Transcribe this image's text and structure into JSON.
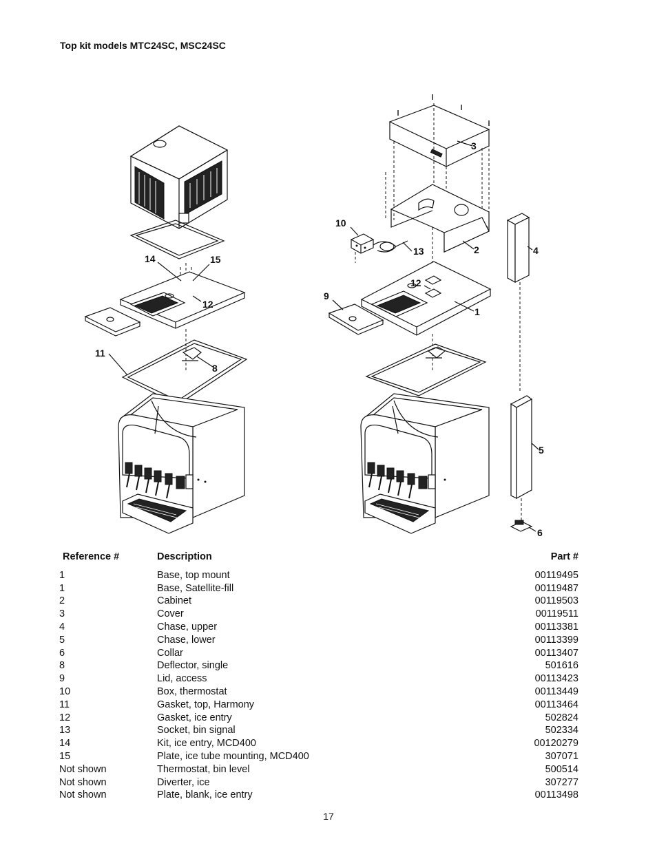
{
  "title": "Top kit models MTC24SC, MSC24SC",
  "callouts": {
    "n1": "1",
    "n2": "2",
    "n3": "3",
    "n4": "4",
    "n5": "5",
    "n6": "6",
    "n8": "8",
    "n9": "9",
    "n10": "10",
    "n11": "11",
    "n12": "12",
    "n12b": "12",
    "n13": "13",
    "n14": "14",
    "n15": "15"
  },
  "table": {
    "headers": {
      "ref": "Reference #",
      "desc": "Description",
      "part": "Part #"
    },
    "rows": [
      {
        "ref": "1",
        "desc": "Base, top mount",
        "part": "00119495"
      },
      {
        "ref": "1",
        "desc": "Base, Satellite-fill",
        "part": "00119487"
      },
      {
        "ref": "2",
        "desc": "Cabinet",
        "part": "00119503"
      },
      {
        "ref": "3",
        "desc": "Cover",
        "part": "00119511"
      },
      {
        "ref": "4",
        "desc": "Chase, upper",
        "part": "00113381"
      },
      {
        "ref": "5",
        "desc": "Chase, lower",
        "part": "00113399"
      },
      {
        "ref": "6",
        "desc": "Collar",
        "part": "00113407"
      },
      {
        "ref": "8",
        "desc": "Deflector, single",
        "part": "501616"
      },
      {
        "ref": "9",
        "desc": "Lid, access",
        "part": "00113423"
      },
      {
        "ref": "10",
        "desc": "Box, thermostat",
        "part": "00113449"
      },
      {
        "ref": "11",
        "desc": "Gasket, top, Harmony",
        "part": "00113464"
      },
      {
        "ref": "12",
        "desc": "Gasket, ice entry",
        "part": "502824"
      },
      {
        "ref": "13",
        "desc": "Socket, bin signal",
        "part": "502334"
      },
      {
        "ref": "14",
        "desc": "Kit, ice entry, MCD400",
        "part": "00120279"
      },
      {
        "ref": "15",
        "desc": "Plate, ice tube mounting, MCD400",
        "part": "307071"
      },
      {
        "ref": "Not shown",
        "desc": "Thermostat, bin level",
        "part": "500514"
      },
      {
        "ref": "Not shown",
        "desc": "Diverter, ice",
        "part": "307277"
      },
      {
        "ref": "Not shown",
        "desc": "Plate, blank, ice entry",
        "part": "00113498"
      }
    ]
  },
  "page_number": "17"
}
